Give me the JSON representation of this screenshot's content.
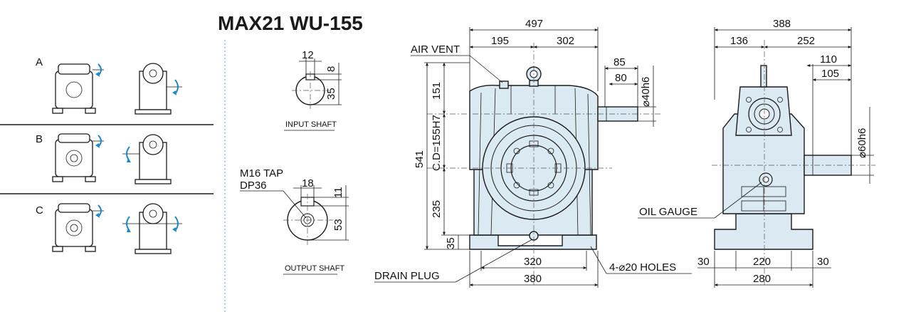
{
  "title": "MAX21 WU-155",
  "mounting": {
    "a": "A",
    "b": "B",
    "c": "C"
  },
  "input_shaft": {
    "label": "INPUT SHAFT",
    "key_width": "12",
    "key_depth": "8",
    "height": "35"
  },
  "output_shaft": {
    "label": "OUTPUT SHAFT",
    "tap_line1": "M16 TAP",
    "tap_line2": "DP36",
    "key_width": "18",
    "key_depth": "11",
    "height": "53"
  },
  "front_view": {
    "overall_width": "497",
    "left_width": "195",
    "right_width": "302",
    "shaft_ext": "85",
    "shaft_len": "80",
    "shaft_dia": "⌀40h6",
    "overall_height": "541",
    "top_height": "151",
    "center_distance": "C.D=155H7",
    "lower_height": "235",
    "base_height": "35",
    "bolt_spacing": "320",
    "base_width": "380",
    "air_vent": "AIR VENT",
    "drain_plug": "DRAIN PLUG",
    "holes": "4-⌀20 HOLES"
  },
  "side_view": {
    "overall_width": "388",
    "left_width": "136",
    "right_width": "252",
    "shaft_ext": "110",
    "shaft_len": "105",
    "shaft_dia": "⌀60h6",
    "oil_gauge": "OIL GAUGE",
    "base_left": "30",
    "base_mid": "220",
    "base_right": "30",
    "base_width": "280"
  }
}
